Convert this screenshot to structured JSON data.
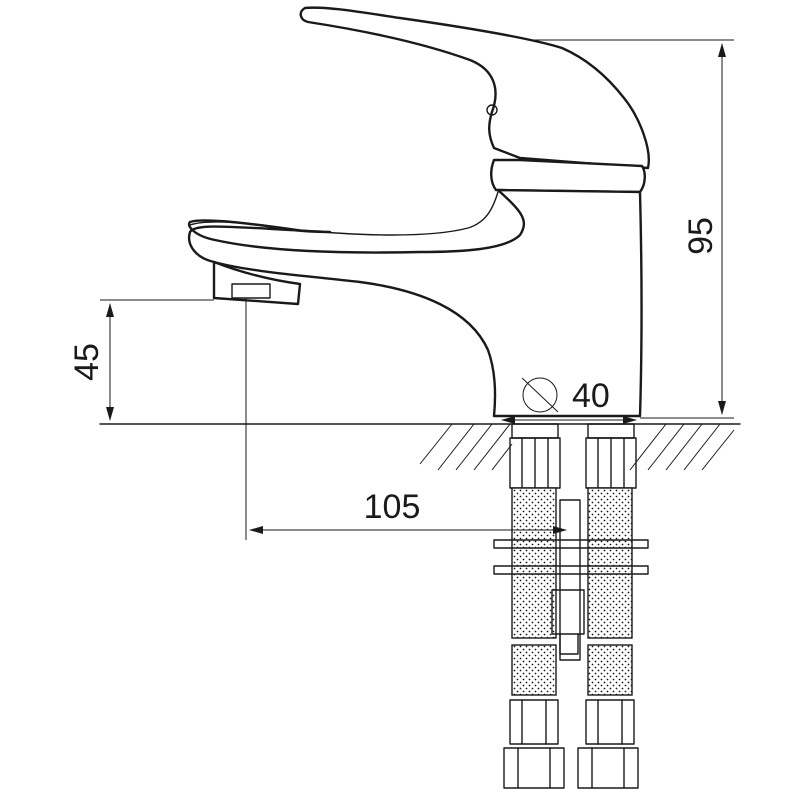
{
  "dimensions": {
    "height_total": "95",
    "spout_height": "45",
    "reach": "105",
    "base_diameter": "40"
  }
}
